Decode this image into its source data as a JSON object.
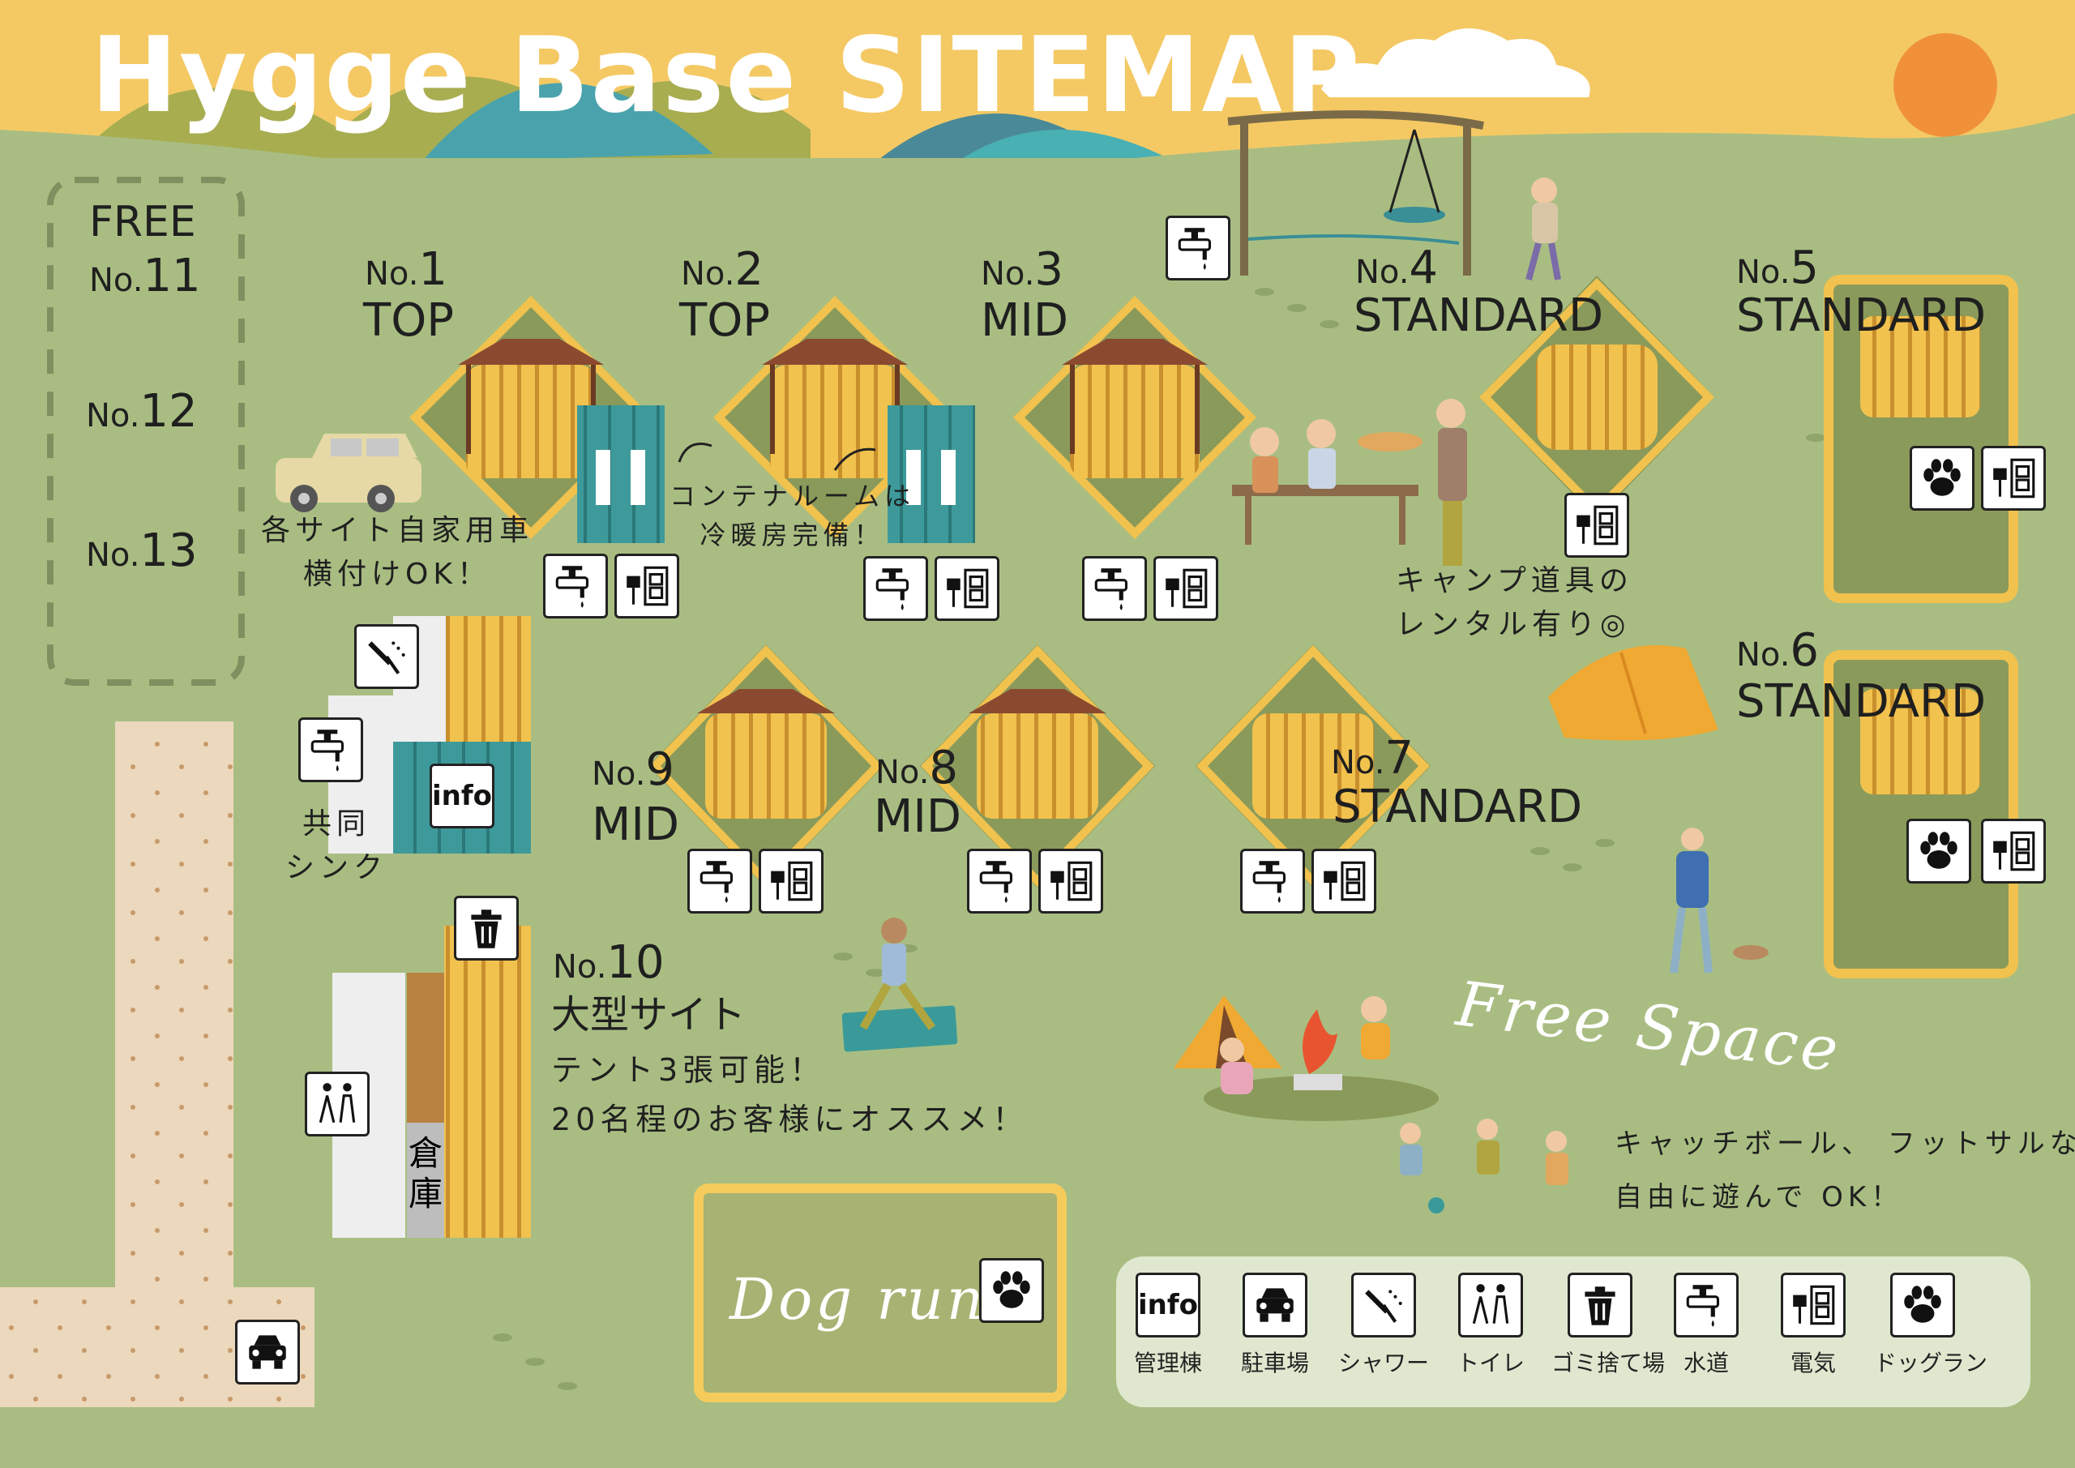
{
  "title": "Hygge Base SITEMAP",
  "free_area": {
    "label": "FREE",
    "prefix": "No.",
    "sites": [
      "11",
      "12",
      "13"
    ]
  },
  "sites": [
    {
      "prefix": "No.",
      "num": "1",
      "grade": "TOP"
    },
    {
      "prefix": "No.",
      "num": "2",
      "grade": "TOP"
    },
    {
      "prefix": "No.",
      "num": "3",
      "grade": "MID"
    },
    {
      "prefix": "No.",
      "num": "4",
      "grade": "STANDARD"
    },
    {
      "prefix": "No.",
      "num": "5",
      "grade": "STANDARD"
    },
    {
      "prefix": "No.",
      "num": "6",
      "grade": "STANDARD"
    },
    {
      "prefix": "No.",
      "num": "7",
      "grade": "STANDARD"
    },
    {
      "prefix": "No.",
      "num": "8",
      "grade": "MID"
    },
    {
      "prefix": "No.",
      "num": "9",
      "grade": "MID"
    },
    {
      "prefix": "No.",
      "num": "10",
      "grade": "大型サイト"
    }
  ],
  "notes": {
    "car_line1": "各サイト自家用車",
    "car_line2": "横付けOK！",
    "container_line1": "コンテナルームは",
    "container_line2": "冷暖房完備！",
    "rental_line1": "キャンプ道具の",
    "rental_line2": "レンタル有り◎",
    "site10_line1": "テント3張可能！",
    "site10_line2": "20名程のお客様にオススメ！",
    "sink_line1": "共同",
    "sink_line2": "シンク",
    "storage": "倉庫",
    "freespace_line1": "キャッチボール、 フットサルなど",
    "freespace_line2": "自由に遊んで OK！"
  },
  "free_space_label": "Free Space",
  "dog_run_label": "Dog run",
  "info_label": "info",
  "legend": [
    {
      "icon": "info-icon",
      "label": "管理棟"
    },
    {
      "icon": "car-icon",
      "label": "駐車場"
    },
    {
      "icon": "shower-icon",
      "label": "シャワー"
    },
    {
      "icon": "toilet-icon",
      "label": "トイレ"
    },
    {
      "icon": "trash-icon",
      "label": "ゴミ捨て場"
    },
    {
      "icon": "water-tap-icon",
      "label": "水道"
    },
    {
      "icon": "power-outlet-icon",
      "label": "電気"
    },
    {
      "icon": "paw-icon",
      "label": "ドッグラン"
    }
  ],
  "colors": {
    "grass": "#a9bd82",
    "sky": "#f4c964",
    "sun": "#f0913a",
    "deck_yellow": "#f1c24e",
    "site_green": "#8a9a5b",
    "container_teal": "#3e9a9a",
    "path_sand": "#ecd8bc"
  }
}
